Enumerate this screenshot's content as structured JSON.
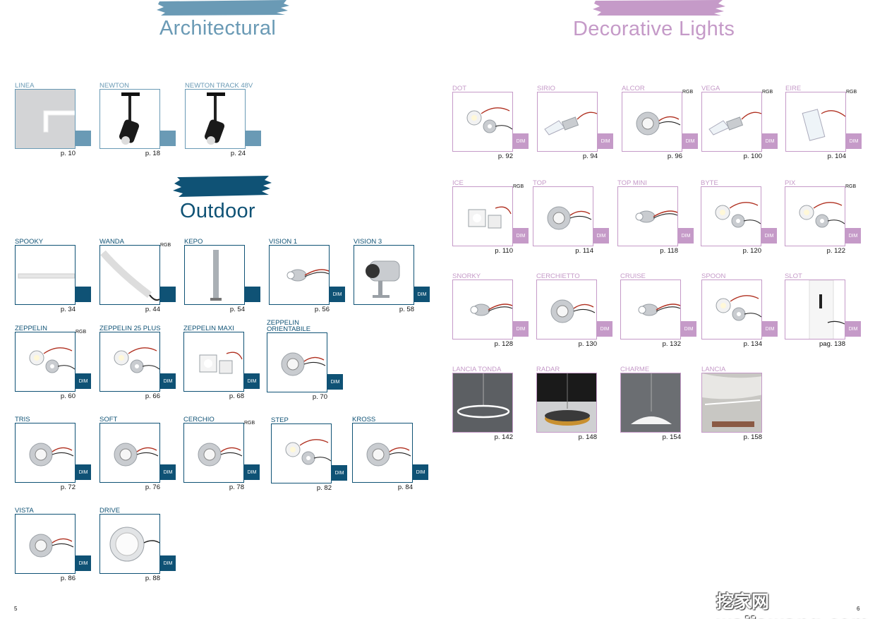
{
  "sections": {
    "architectural": {
      "title": "Architectural",
      "color": "#6a9ab5"
    },
    "outdoor": {
      "title": "Outdoor",
      "color": "#0f5275"
    },
    "decorative": {
      "title": "Decorative Lights",
      "color": "#c59ac8"
    }
  },
  "architectural_items": [
    {
      "name": "LINEA",
      "page": "p. 10",
      "icon": "linea-profile"
    },
    {
      "name": "NEWTON",
      "page": "p. 18",
      "icon": "track-spot"
    },
    {
      "name": "NEWTON TRACK 48V",
      "page": "p. 24",
      "icon": "track-spot"
    }
  ],
  "outdoor_items": [
    {
      "name": "SPOOKY",
      "page": "p. 34",
      "icon": "led-strip"
    },
    {
      "name": "WANDA",
      "page": "p. 44",
      "rgb": "RGB",
      "icon": "flexible-tube"
    },
    {
      "name": "KEPO",
      "page": "p. 54",
      "icon": "bollard"
    },
    {
      "name": "VISION 1",
      "page": "p. 56",
      "dim": "DIM",
      "icon": "spike-spot"
    },
    {
      "name": "VISION 3",
      "page": "p. 58",
      "dim": "DIM",
      "icon": "projector"
    },
    {
      "name": "ZEPPELIN",
      "page": "p. 60",
      "rgb": "RGB",
      "dim": "DIM",
      "icon": "recessed-pair"
    },
    {
      "name": "ZEPPELIN 25 PLUS",
      "page": "p. 66",
      "dim": "DIM",
      "icon": "recessed-pair"
    },
    {
      "name": "ZEPPELIN MAXI",
      "page": "p. 68",
      "dim": "DIM",
      "icon": "square-recessed"
    },
    {
      "name": "ZEPPELIN ORIENTABILE",
      "page": "p. 70",
      "dim": "DIM",
      "icon": "round-recessed"
    },
    {
      "name": "TRIS",
      "page": "p. 72",
      "dim": "DIM",
      "icon": "round-recessed"
    },
    {
      "name": "SOFT",
      "page": "p. 76",
      "dim": "DIM",
      "icon": "round-recessed"
    },
    {
      "name": "CERCHIO",
      "page": "p. 78",
      "rgb": "RGB",
      "dim": "DIM",
      "icon": "round-recessed"
    },
    {
      "name": "STEP",
      "page": "p. 82",
      "dim": "DIM",
      "icon": "recessed-pair"
    },
    {
      "name": "KROSS",
      "page": "p. 84",
      "dim": "DIM",
      "icon": "round-recessed"
    },
    {
      "name": "VISTA",
      "page": "p. 86",
      "dim": "DIM",
      "icon": "round-recessed"
    },
    {
      "name": "DRIVE",
      "page": "p. 88",
      "dim": "DIM",
      "icon": "large-recessed"
    }
  ],
  "decorative_items": [
    {
      "name": "DOT",
      "page": "p. 92",
      "dim": "DIM",
      "icon": "recessed-pair"
    },
    {
      "name": "SIRIO",
      "page": "p. 94",
      "dim": "DIM",
      "icon": "crystal-spot"
    },
    {
      "name": "ALCOR",
      "page": "p. 96",
      "rgb": "RGB",
      "dim": "DIM",
      "icon": "round-recessed"
    },
    {
      "name": "VEGA",
      "page": "p. 100",
      "rgb": "RGB",
      "dim": "DIM",
      "icon": "crystal-spot"
    },
    {
      "name": "EIRE",
      "page": "p. 104",
      "rgb": "RGB",
      "dim": "DIM",
      "icon": "crystal-column"
    },
    {
      "name": "ICE",
      "page": "p. 110",
      "rgb": "RGB",
      "dim": "DIM",
      "icon": "square-recessed"
    },
    {
      "name": "TOP",
      "page": "p. 114",
      "dim": "DIM",
      "icon": "round-recessed"
    },
    {
      "name": "TOP MINI",
      "page": "p. 118",
      "dim": "DIM",
      "icon": "spike-spot"
    },
    {
      "name": "BYTE",
      "page": "p. 120",
      "dim": "DIM",
      "icon": "recessed-pair"
    },
    {
      "name": "PIX",
      "page": "p. 122",
      "rgb": "RGB",
      "dim": "DIM",
      "icon": "recessed-pair"
    },
    {
      "name": "SNORKY",
      "page": "p. 128",
      "dim": "DIM",
      "icon": "spike-spot"
    },
    {
      "name": "CERCHIETTO",
      "page": "p. 130",
      "dim": "DIM",
      "icon": "round-recessed"
    },
    {
      "name": "CRUISE",
      "page": "p. 132",
      "dim": "DIM",
      "icon": "spike-spot"
    },
    {
      "name": "SPOON",
      "page": "p. 134",
      "dim": "DIM",
      "icon": "recessed-pair"
    },
    {
      "name": "SLOT",
      "page": "pag. 138",
      "dim": "DIM",
      "icon": "slot-panel"
    },
    {
      "name": "LANCIA TONDA",
      "page": "p. 142",
      "icon": "ring-pendant"
    },
    {
      "name": "RADAR",
      "page": "p. 148",
      "icon": "drum-pendant"
    },
    {
      "name": "CHARME",
      "page": "p. 154",
      "icon": "dome-pendant"
    },
    {
      "name": "LANCIA",
      "page": "p. 158",
      "icon": "line-pendant"
    }
  ],
  "page_numbers": {
    "left": "5",
    "right": "6"
  },
  "watermark": "挖家网 wajiawang.com"
}
